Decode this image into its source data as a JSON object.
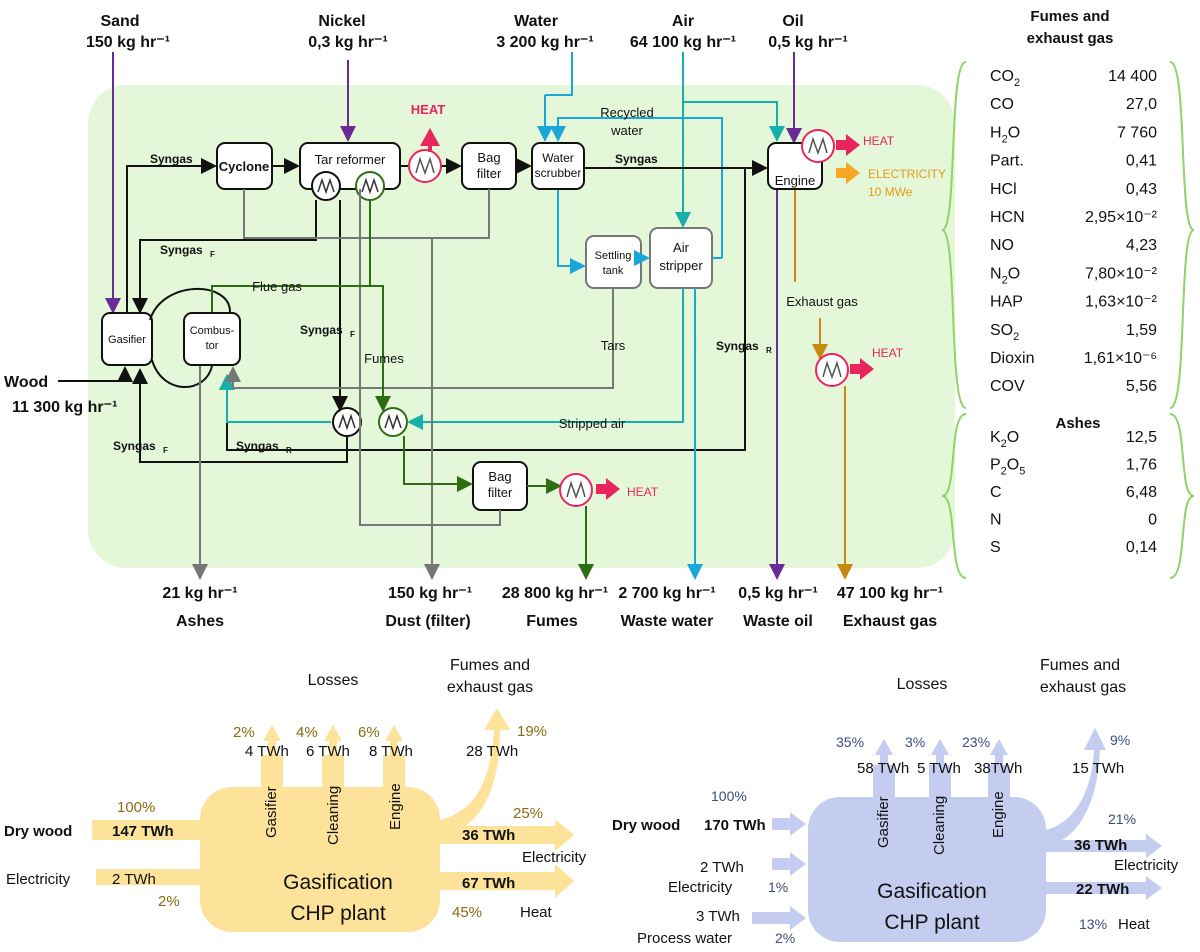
{
  "inputs": {
    "sand": {
      "name": "Sand",
      "value": "150 kg hr⁻¹"
    },
    "nickel": {
      "name": "Nickel",
      "value": "0,3 kg hr⁻¹"
    },
    "water": {
      "name": "Water",
      "value": "3 200 kg hr⁻¹"
    },
    "air": {
      "name": "Air",
      "value": "64 100 kg hr⁻¹"
    },
    "oil": {
      "name": "Oil",
      "value": "0,5 kg hr⁻¹"
    },
    "wood": {
      "name": "Wood",
      "value": "11 300 kg hr⁻¹"
    }
  },
  "units": {
    "cyclone": "Cyclone",
    "tar_reformer": "Tar reformer",
    "bag_filter_1": "Bag",
    "bag_filter_1b": "filter",
    "water_scrubber_1": "Water",
    "water_scrubber_2": "scrubber",
    "engine": "Engine",
    "settling_1": "Settling",
    "settling_2": "tank",
    "air_stripper_1": "Air",
    "air_stripper_2": "stripper",
    "gasifier": "Gasifier",
    "combustor_1": "Combus-",
    "combustor_2": "tor",
    "bag_filter_2": "Bag",
    "bag_filter_2b": "filter"
  },
  "stream_labels": {
    "syngas_1": "Syngas",
    "syngas_2": "Syngas",
    "syngas_f_1": "Syngas",
    "syngas_f_2": "Syngas",
    "syngas_f_3": "Syngas",
    "syngas_r_1": "Syngas",
    "syngas_r_2": "Syngas",
    "sub_f": "F",
    "sub_r": "R",
    "flue_gas": "Flue gas",
    "fumes": "Fumes",
    "tars": "Tars",
    "stripped_air": "Stripped air",
    "recycled_1": "Recycled",
    "recycled_2": "water",
    "exhaust_gas": "Exhaust gas",
    "heat": "HEAT",
    "electricity": "ELECTRICITY",
    "electricity_value": "10 MWe"
  },
  "outputs": {
    "ashes": {
      "value": "21 kg hr⁻¹",
      "name": "Ashes"
    },
    "dust": {
      "value": "150 kg hr⁻¹",
      "name": "Dust (filter)"
    },
    "fumes": {
      "value": "28 800 kg hr⁻¹",
      "name": "Fumes"
    },
    "waste_water": {
      "value": "2 700 kg hr⁻¹",
      "name": "Waste water"
    },
    "waste_oil": {
      "value": "0,5 kg hr⁻¹",
      "name": "Waste oil"
    },
    "exhaust": {
      "value": "47 100 kg hr⁻¹",
      "name": "Exhaust gas"
    }
  },
  "composition": {
    "fumes_title_1": "Fumes and",
    "fumes_title_2": "exhaust gas",
    "fumes_rows": [
      {
        "name": "CO",
        "sub": "2",
        "value": "14 400"
      },
      {
        "name": "CO",
        "sub": "",
        "value": "27,0"
      },
      {
        "name": "H",
        "sub": "2",
        "tail": "O",
        "value": "7 760"
      },
      {
        "name": "Part.",
        "sub": "",
        "value": "0,41"
      },
      {
        "name": "HCl",
        "sub": "",
        "value": "0,43"
      },
      {
        "name": "HCN",
        "sub": "",
        "value": "2,95×10⁻²"
      },
      {
        "name": "NO",
        "sub": "",
        "value": "4,23"
      },
      {
        "name": "N",
        "sub": "2",
        "tail": "O",
        "value": "7,80×10⁻²"
      },
      {
        "name": "HAP",
        "sub": "",
        "value": "1,63×10⁻²"
      },
      {
        "name": "SO",
        "sub": "2",
        "value": "1,59"
      },
      {
        "name": "Dioxin",
        "sub": "",
        "value": "1,61×10⁻⁶"
      },
      {
        "name": "COV",
        "sub": "",
        "value": "5,56"
      }
    ],
    "ashes_title": "Ashes",
    "ashes_rows": [
      {
        "name": "K",
        "sub": "2",
        "tail": "O",
        "value": "12,5"
      },
      {
        "name": "P",
        "sub": "2",
        "tail": "O",
        "sub2": "5",
        "value": "1,76"
      },
      {
        "name": "C",
        "sub": "",
        "value": "6,48"
      },
      {
        "name": "N",
        "sub": "",
        "value": "0"
      },
      {
        "name": "S",
        "sub": "",
        "value": "0,14"
      }
    ]
  },
  "sankey_left": {
    "colors": {
      "flow": "#fde39a",
      "text_pct": "#8a6a14"
    },
    "losses": "Losses",
    "fumes_1": "Fumes and",
    "fumes_2": "exhaust gas",
    "loss_pcts": [
      "2%",
      "4%",
      "6%",
      "19%"
    ],
    "loss_twh": [
      "4 TWh",
      "6 TWh",
      "8 TWh",
      "28 TWh"
    ],
    "stages": [
      "Gasifier",
      "Cleaning",
      "Engine"
    ],
    "in_pct": "100%",
    "dry_wood": "Dry wood",
    "dry_wood_twh": "147 TWh",
    "electricity": "Electricity",
    "elec_twh": "2 TWh",
    "elec_pct": "2%",
    "out_elec_pct": "25%",
    "out_elec_twh": "36 TWh",
    "out_elec_label": "Electricity",
    "out_heat_twh": "67 TWh",
    "out_heat_pct": "45%",
    "out_heat_label": "Heat",
    "plant_1": "Gasification",
    "plant_2": "CHP plant"
  },
  "sankey_right": {
    "colors": {
      "flow": "#c4cdef",
      "text_pct": "#3a4c80"
    },
    "losses": "Losses",
    "fumes_1": "Fumes and",
    "fumes_2": "exhaust gas",
    "loss_pcts": [
      "35%",
      "3%",
      "23%",
      "9%"
    ],
    "loss_twh": [
      "58 TWh",
      "5 TWh",
      "38TWh",
      "15 TWh"
    ],
    "stages": [
      "Gasifier",
      "Cleaning",
      "Engine"
    ],
    "in_pct": "100%",
    "dry_wood": "Dry wood",
    "dry_wood_twh": "170 TWh",
    "elec_twh": "2 TWh",
    "electricity": "Electricity",
    "elec_pct": "1%",
    "water_twh": "3 TWh",
    "process_water": "Process water",
    "water_pct": "2%",
    "out_elec_pct": "21%",
    "out_elec_twh": "36 TWh",
    "out_elec_label": "Electricity",
    "out_heat_twh": "22 TWh",
    "out_heat_pct": "13%",
    "out_heat_label": "Heat",
    "plant_1": "Gasification",
    "plant_2": "CHP plant"
  }
}
